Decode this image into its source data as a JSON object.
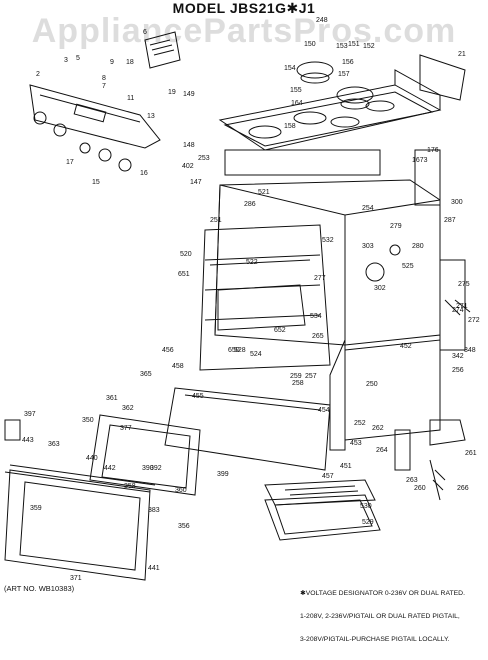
{
  "header": {
    "title": "MODEL JBS21G✱J1",
    "watermark": "AppliancePartsPros.com"
  },
  "footer": {
    "art_no": "(ART NO. WB10383)",
    "note_lines": [
      "✱VOLTAGE DESIGNATOR 0-236V OR DUAL RATED.",
      "1-208V, 2-236V/PIGTAIL OR DUAL RATED PIGTAIL,",
      "3-208V/PIGTAIL-PURCHASE PIGTAIL LOCALLY."
    ]
  },
  "callouts": [
    "2",
    "3",
    "5",
    "6",
    "7",
    "8",
    "9",
    "11",
    "13",
    "15",
    "16",
    "17",
    "18",
    "19",
    "21",
    "147",
    "148",
    "149",
    "150",
    "151",
    "152",
    "153",
    "154",
    "155",
    "156",
    "157",
    "158",
    "164",
    "176",
    "248",
    "250",
    "251",
    "252",
    "253",
    "254",
    "256",
    "257",
    "258",
    "259",
    "260",
    "261",
    "262",
    "263",
    "264",
    "265",
    "266",
    "271",
    "272",
    "274",
    "275",
    "277",
    "279",
    "280",
    "286",
    "287",
    "300",
    "302",
    "303",
    "342",
    "348",
    "350",
    "356",
    "358",
    "359",
    "360",
    "361",
    "362",
    "363",
    "365",
    "371",
    "377",
    "383",
    "390",
    "392",
    "397",
    "399",
    "402",
    "440",
    "441",
    "442",
    "443",
    "451",
    "452",
    "453",
    "454",
    "455",
    "456",
    "457",
    "458",
    "520",
    "521",
    "522",
    "524",
    "525",
    "528",
    "529",
    "530",
    "532",
    "534",
    "650",
    "651",
    "652",
    "1673"
  ]
}
